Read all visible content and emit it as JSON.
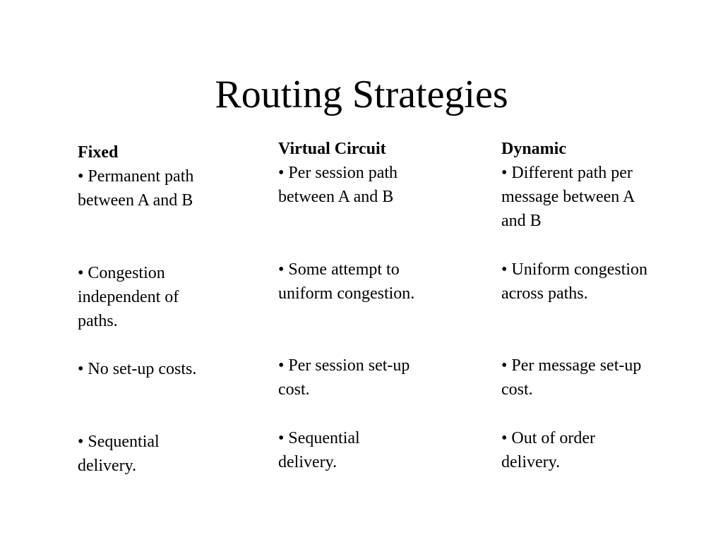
{
  "slide": {
    "title": "Routing Strategies"
  },
  "columns": {
    "fixed": {
      "heading": "Fixed",
      "items": [
        "• Permanent path between A and B",
        "• Congestion independent of paths.",
        "• No set-up costs.",
        "• Sequential delivery."
      ]
    },
    "virtual_circuit": {
      "heading": "Virtual Circuit",
      "items": [
        "• Per session path between A and B",
        "• Some attempt to uniform congestion.",
        "• Per session set-up cost.",
        "• Sequential delivery."
      ]
    },
    "dynamic": {
      "heading": "Dynamic",
      "items": [
        "• Different path per message between A and B",
        "• Uniform congestion across paths.",
        "• Per message set-up cost.",
        "• Out of order delivery."
      ]
    }
  }
}
